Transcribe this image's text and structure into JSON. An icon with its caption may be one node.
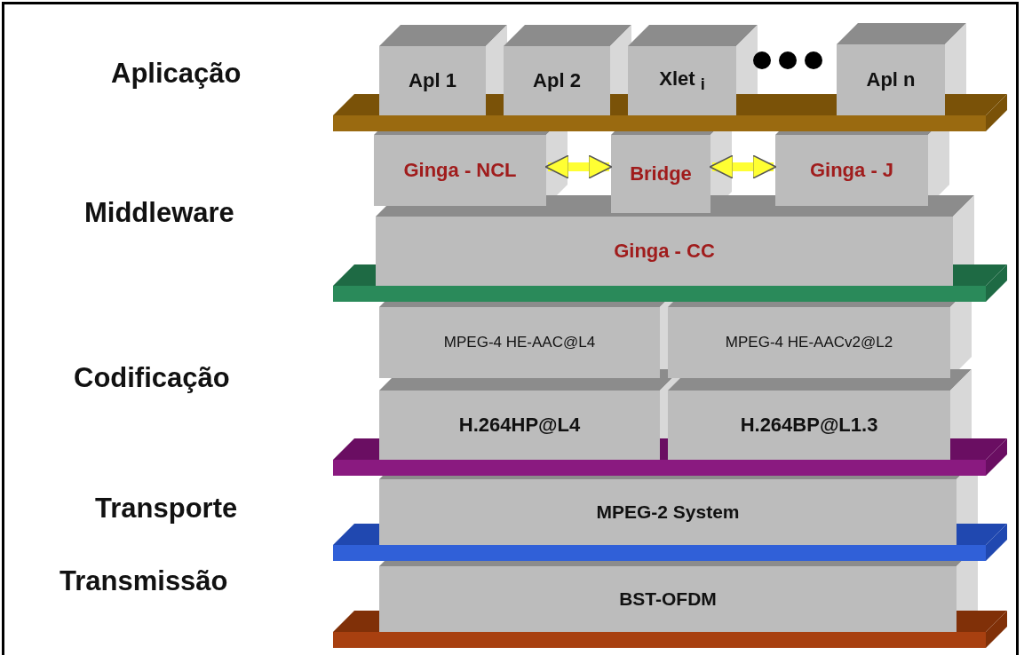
{
  "diagram": {
    "nodes": [
      {
        "text": [
          "Apl 1"
        ]
      },
      {
        "text": [
          "Apl 2"
        ]
      },
      {
        "text": [
          "Xlet $_{i}$"
        ]
      },
      {
        "text": [
          "Apl n"
        ]
      },
      {
        "text": [
          "Ginga - NCL"
        ]
      },
      {
        "text": [
          "Bridge"
        ]
      },
      {
        "text": [
          "Ginga - J"
        ]
      },
      {
        "text": [
          "Ginga - CC"
        ]
      },
      {
        "text": [
          "MPEG-4 HE-AAC@L4"
        ]
      },
      {
        "text": [
          "MPEG-4 HE-AACv2@L2"
        ]
      },
      {
        "text": [
          "H.264HP@L4"
        ]
      },
      {
        "text": [
          "H.264BP@L1.3"
        ]
      },
      {
        "text": [
          "MPEG-2 System"
        ]
      },
      {
        "text": [
          "BST-OFDM"
        ]
      }
    ],
    "edges": [
      {
        "from": 4,
        "to": 5,
        "arrow": "both"
      },
      {
        "from": 5,
        "to": 6,
        "arrow": "both"
      }
    ],
    "labels": [
      "Aplicação",
      "Middleware",
      "Codificação",
      "Transporte",
      "Transmissão"
    ]
  }
}
